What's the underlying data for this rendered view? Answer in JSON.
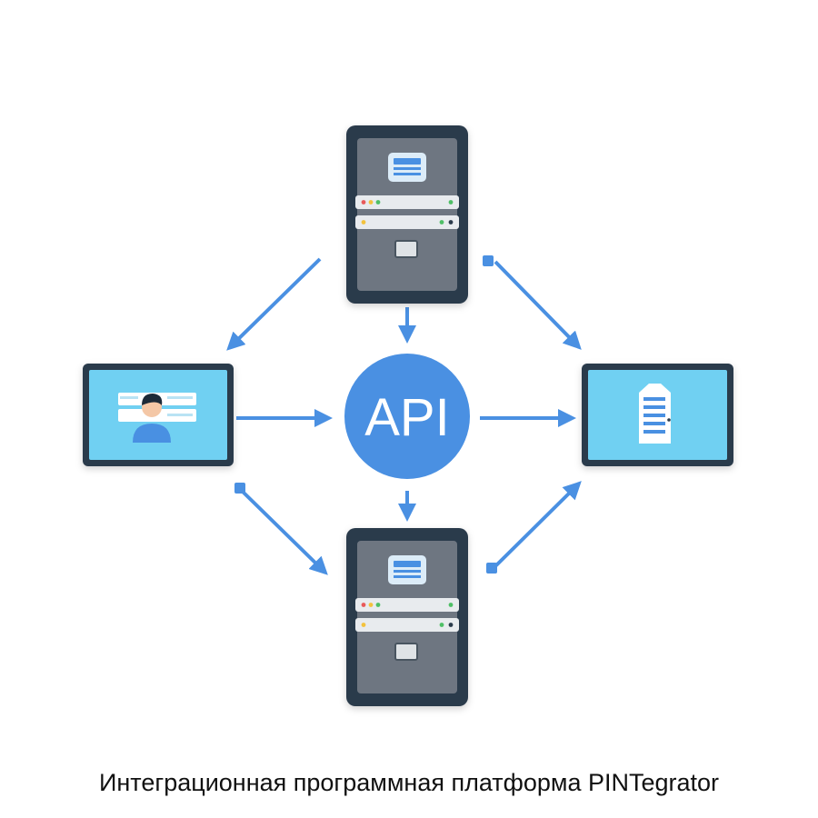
{
  "diagram": {
    "center_label": "API",
    "caption": "Интеграционная программная платформа PINTegrator"
  },
  "colors": {
    "accent_blue": "#4a90e2",
    "circle_blue": "#4a90e2",
    "device_frame": "#2c3a4b",
    "server_body": "#6e7681",
    "screen_cyan": "#6fd0f2",
    "caption_text": "#111111"
  },
  "nodes": [
    {
      "id": "server-top",
      "icon": "server-icon"
    },
    {
      "id": "server-bottom",
      "icon": "server-icon"
    },
    {
      "id": "client-left",
      "icon": "user-profile-icon"
    },
    {
      "id": "client-right",
      "icon": "document-icon"
    },
    {
      "id": "api-hub",
      "icon": "api-circle"
    }
  ]
}
